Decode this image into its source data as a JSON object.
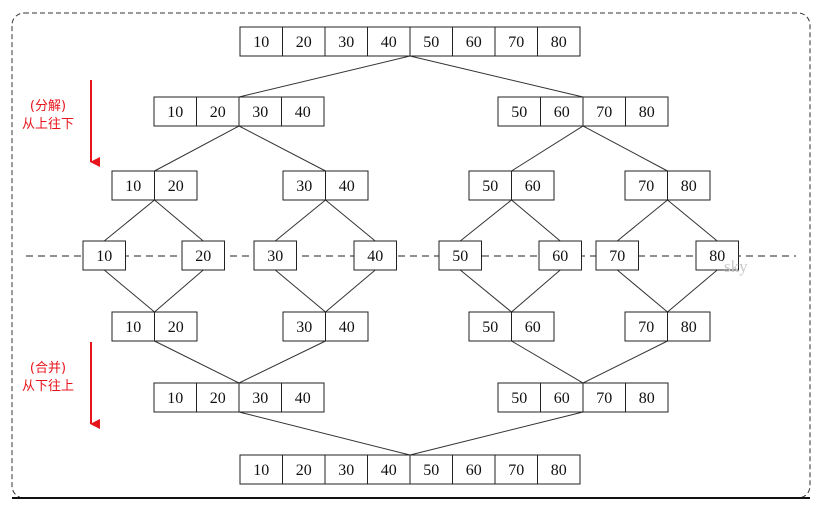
{
  "colors": {
    "arrow": "#e8141c",
    "border": "#222222",
    "watermark": "#c9c9c9"
  },
  "labels": {
    "split_title": "(分解)",
    "split_direction": "从上往下",
    "merge_title": "(合并)",
    "merge_direction": "从下往上"
  },
  "watermark": "sky",
  "rows": [
    {
      "name": "row-original",
      "arrays": [
        [
          10,
          20,
          30,
          40,
          50,
          60,
          70,
          80
        ]
      ]
    },
    {
      "name": "row-split-halves",
      "arrays": [
        [
          10,
          20,
          30,
          40
        ],
        [
          50,
          60,
          70,
          80
        ]
      ]
    },
    {
      "name": "row-split-pairs",
      "arrays": [
        [
          10,
          20
        ],
        [
          30,
          40
        ],
        [
          50,
          60
        ],
        [
          70,
          80
        ]
      ]
    },
    {
      "name": "row-singles",
      "arrays": [
        [
          10
        ],
        [
          20
        ],
        [
          30
        ],
        [
          40
        ],
        [
          50
        ],
        [
          60
        ],
        [
          70
        ],
        [
          80
        ]
      ]
    },
    {
      "name": "row-merged-pairs",
      "arrays": [
        [
          10,
          20
        ],
        [
          30,
          40
        ],
        [
          50,
          60
        ],
        [
          70,
          80
        ]
      ]
    },
    {
      "name": "row-merged-halves",
      "arrays": [
        [
          10,
          20,
          30,
          40
        ],
        [
          50,
          60,
          70,
          80
        ]
      ]
    },
    {
      "name": "row-sorted",
      "arrays": [
        [
          10,
          20,
          30,
          40,
          50,
          60,
          70,
          80
        ]
      ]
    }
  ]
}
